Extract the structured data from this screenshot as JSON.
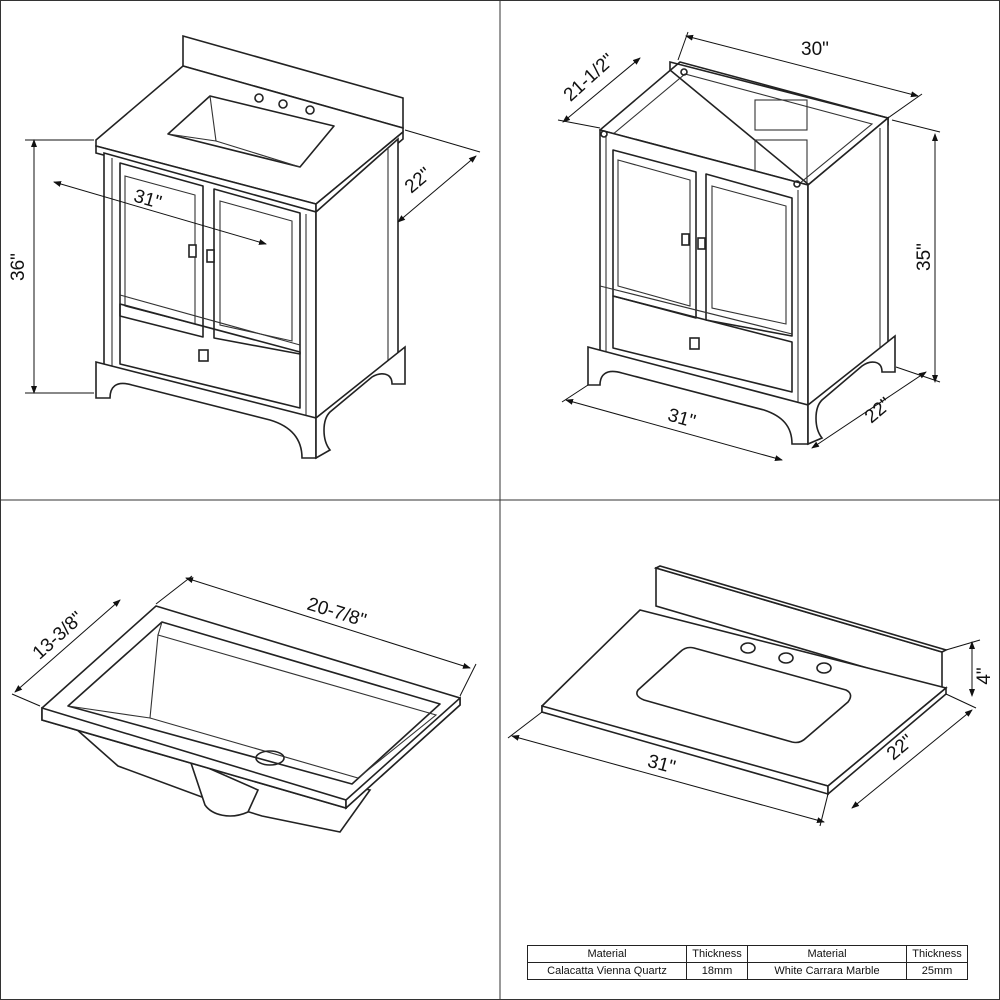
{
  "panels": {
    "vanity": {
      "width": "31\"",
      "height": "36\"",
      "depth": "22\""
    },
    "cabinet": {
      "top_width": "30\"",
      "top_depth": "21-1/2\"",
      "height": "35\"",
      "width": "31\"",
      "depth": "22\""
    },
    "sink": {
      "length": "20-7/8\"",
      "width": "13-3/8\""
    },
    "top": {
      "backsplash": "4\"",
      "width": "31\"",
      "depth": "22\""
    }
  },
  "spec_table": {
    "headers": [
      "Material",
      "Thickness",
      "Material",
      "Thickness"
    ],
    "row": [
      "Calacatta Vienna Quartz",
      "18mm",
      "White Carrara Marble",
      "25mm"
    ]
  }
}
